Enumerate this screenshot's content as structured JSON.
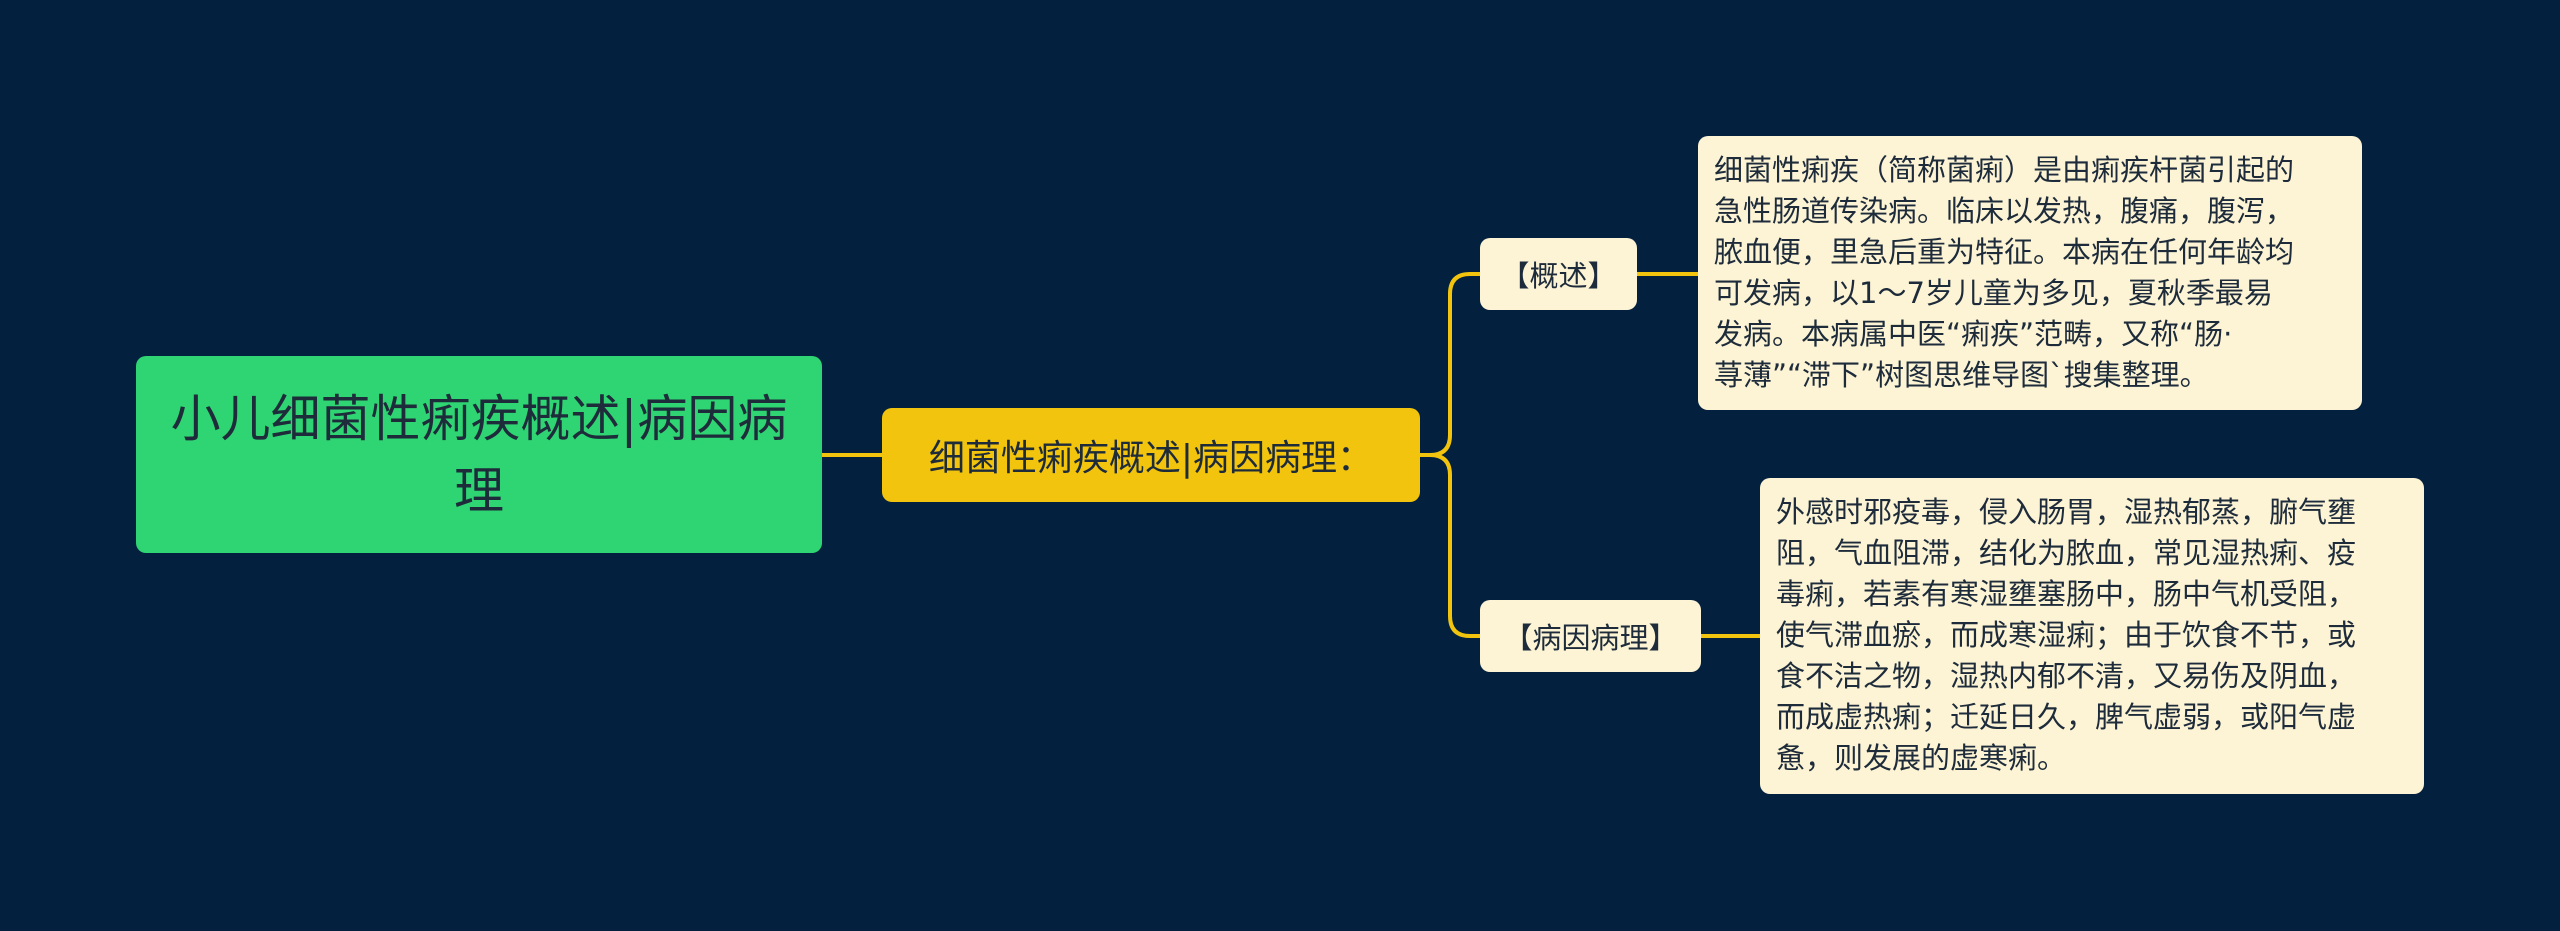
{
  "colors": {
    "background": "#03213e",
    "root_fill": "#2fd573",
    "branch_fill": "#f2c40d",
    "leaf_fill": "#fdf4d5",
    "connector": "#f2c40d",
    "text": "#1d2b3a"
  },
  "mindmap": {
    "root": {
      "text": "小儿细菌性痢疾概述|病因病理"
    },
    "branch": {
      "text": "细菌性痢疾概述|病因病理："
    },
    "topics": [
      {
        "label": "【概述】",
        "content": "细菌性痢疾（简称菌痢）是由痢疾杆菌引起的\n急性肠道传染病。临床以发热，腹痛，腹泻，\n脓血便，里急后重为特征。本病在任何年龄均\n可发病，以1～7岁儿童为多见，夏秋季最易\n发病。本病属中医“痢疾”范畴，又称“肠·\n荨薄”“滞下”树图思维导图`搜集整理。"
      },
      {
        "label": "【病因病理】",
        "content": "外感时邪疫毒，侵入肠胃，湿热郁蒸，腑气壅\n阻，气血阻滞，结化为脓血，常见湿热痢、疫\n毒痢，若素有寒湿壅塞肠中，肠中气机受阻，\n使气滞血瘀，而成寒湿痢；由于饮食不节，或\n食不洁之物，湿热内郁不清，又易伤及阴血，\n而成虚热痢；迁延日久，脾气虚弱，或阳气虚\n惫，则发展的虚寒痢。"
      }
    ]
  }
}
